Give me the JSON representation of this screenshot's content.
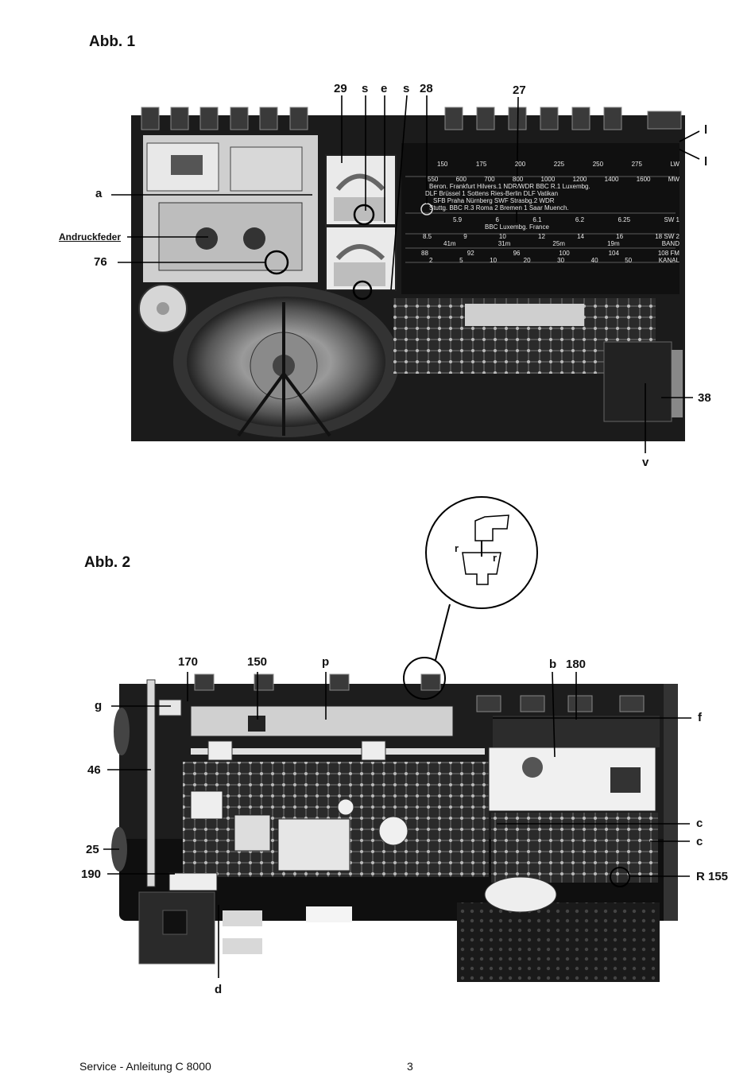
{
  "fig1": {
    "title": "Abb. 1",
    "labels": {
      "n29": "29",
      "s1": "s",
      "e": "e",
      "s2": "s",
      "n28": "28",
      "n27": "27",
      "l1": "l",
      "l2": "l",
      "a": "a",
      "andruckfeder": "Andruckfeder",
      "n76": "76",
      "n38": "38",
      "v": "v"
    },
    "scale": {
      "lw_row": [
        "150",
        "175",
        "200",
        "225",
        "250",
        "275",
        "LW"
      ],
      "mw_row": [
        "550",
        "600",
        "700",
        "800",
        "1000",
        "1200",
        "1400",
        "1600",
        "MW"
      ],
      "stations1": "Beron. Frankfurt Hilvers.1 NDR/WDR BBC R.1 Luxembg.",
      "stations2": "DLF Brüssel 1 Sottens Ries-Berlin DLF Vatikan",
      "stations3": "SFB Praha Nürnberg SWF Strasbg.2 WDR",
      "stations4": "Stuttg. BBC R.3 Roma 2 Bremen 1 Saar Muench.",
      "sw1_row": [
        "5.9",
        "6",
        "6.1",
        "6.2",
        "6.25",
        "SW 1"
      ],
      "sw1_stations": "BBC Luxembg. France",
      "sw2_row": [
        "8.5",
        "9",
        "10",
        "12",
        "14",
        "16",
        "18 SW 2"
      ],
      "band_row": [
        "41m",
        "31m",
        "25m",
        "19m",
        "BAND"
      ],
      "fm_row": [
        "88",
        "92",
        "96",
        "100",
        "104",
        "108 FM"
      ],
      "kanal_row": [
        "2",
        "5",
        "10",
        "20",
        "30",
        "40",
        "50",
        "KANAL"
      ]
    }
  },
  "fig2": {
    "title": "Abb. 2",
    "labels": {
      "n170": "170",
      "n150": "150",
      "p": "p",
      "b": "b",
      "n180": "180",
      "g": "g",
      "f": "f",
      "n46": "46",
      "c1": "c",
      "c2": "c",
      "n25": "25",
      "n190": "190",
      "r155": "R 155",
      "d": "d",
      "r1": "r",
      "r2": "r"
    }
  },
  "footer": {
    "left": "Service - Anleitung C 8000",
    "page": "3"
  }
}
